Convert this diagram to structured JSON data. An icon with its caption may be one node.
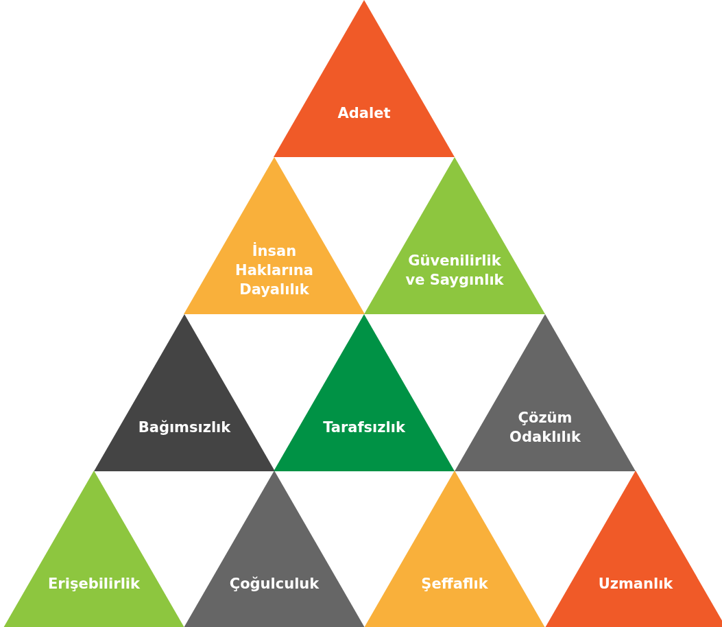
{
  "diagram": {
    "nodes": [
      {
        "text": [
          "Adalet"
        ]
      },
      {
        "text": [
          "İnsan Haklarına Dayalılık"
        ]
      },
      {
        "text": [
          "Güvenilirlik ve Saygınlık"
        ]
      },
      {
        "text": [
          "Bağımsızlık"
        ]
      },
      {
        "text": [
          "Tarafsızlık"
        ]
      },
      {
        "text": [
          "Çözüm Odaklılık"
        ]
      },
      {
        "text": [
          "Erişebilirlik"
        ]
      },
      {
        "text": [
          "Çoğulculuk"
        ]
      },
      {
        "text": [
          "Şeffaflık"
        ]
      },
      {
        "text": [
          "Uzmanlık"
        ]
      }
    ]
  }
}
